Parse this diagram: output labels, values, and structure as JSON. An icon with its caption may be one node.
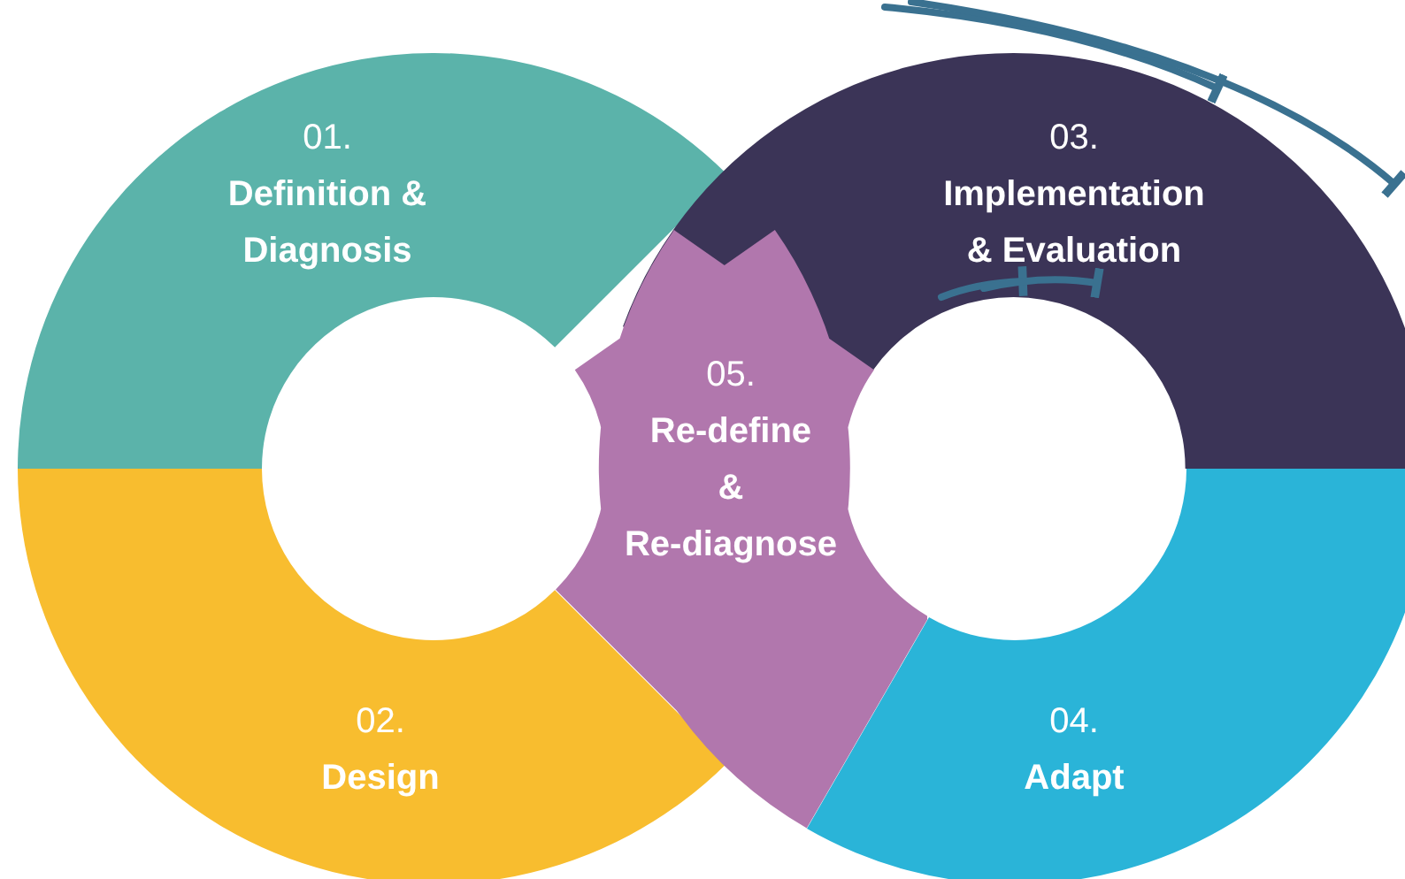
{
  "diagram": {
    "nodes": [
      {
        "text": [
          "01.",
          "Definition & Diagnosis"
        ]
      },
      {
        "text": [
          "02.",
          "Design"
        ]
      },
      {
        "text": [
          "03.",
          "Implementation & Evaluation"
        ]
      },
      {
        "text": [
          "04.",
          "Adapt"
        ]
      },
      {
        "text": [
          "05.",
          "Re-define & Re-diagnose"
        ]
      }
    ]
  }
}
